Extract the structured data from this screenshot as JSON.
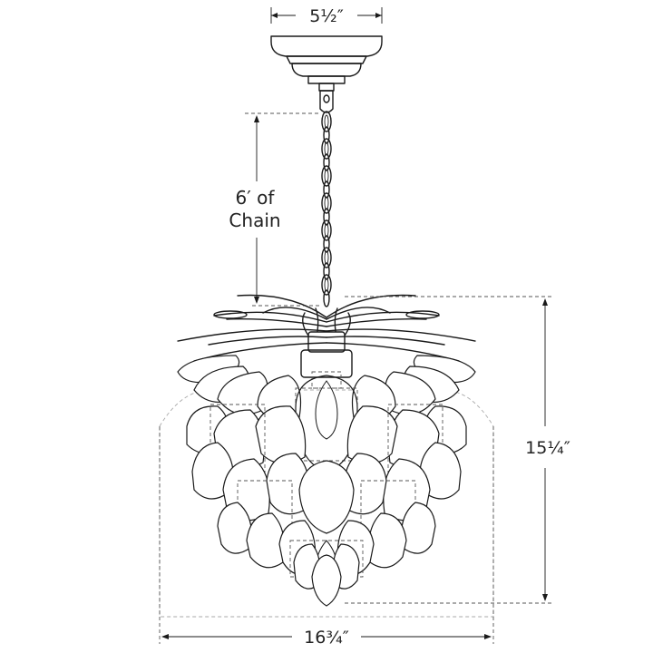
{
  "dimensions": {
    "canopy_width": "5½″",
    "chain_length_line1": "6′ of",
    "chain_length_line2": "Chain",
    "fixture_height": "15¼″",
    "fixture_width": "16¾″"
  },
  "colors": {
    "line": "#1a1a1a",
    "dash": "#555555",
    "background": "#ffffff"
  }
}
